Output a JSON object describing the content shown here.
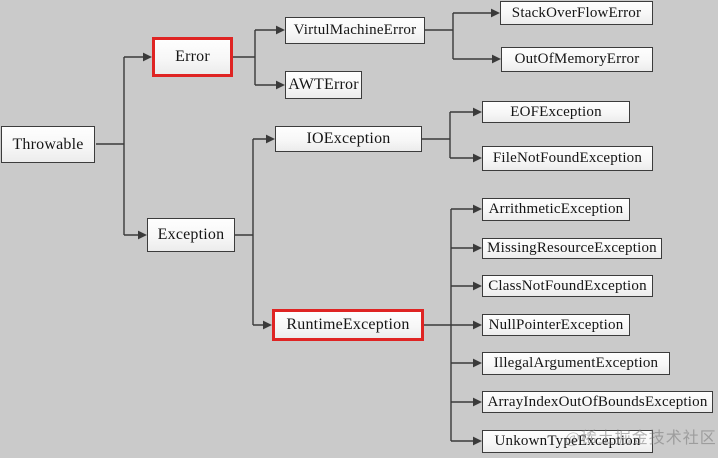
{
  "diagram": {
    "description": "Java Throwable class hierarchy diagram",
    "colors": {
      "background": "#cacaca",
      "box_fill": "#f7f7f7",
      "box_border": "#3c3c3c",
      "highlight_border": "#df2423",
      "line": "#3a3a3a",
      "text": "#151515"
    },
    "nodes": [
      {
        "id": "throwable",
        "label": "Throwable",
        "highlighted": false
      },
      {
        "id": "error",
        "label": "Error",
        "highlighted": true
      },
      {
        "id": "virtul-machine-error",
        "label": "VirtulMachineError",
        "highlighted": false
      },
      {
        "id": "awt-error",
        "label": "AWTError",
        "highlighted": false
      },
      {
        "id": "stack-overflow-error",
        "label": "StackOverFlowError",
        "highlighted": false
      },
      {
        "id": "out-of-memory-error",
        "label": "OutOfMemoryError",
        "highlighted": false
      },
      {
        "id": "io-exception",
        "label": "IOException",
        "highlighted": false
      },
      {
        "id": "eof-exception",
        "label": "EOFException",
        "highlighted": false
      },
      {
        "id": "file-not-found-exception",
        "label": "FileNotFoundException",
        "highlighted": false
      },
      {
        "id": "exception",
        "label": "Exception",
        "highlighted": false
      },
      {
        "id": "runtime-exception",
        "label": "RuntimeException",
        "highlighted": true
      },
      {
        "id": "arrithmetic-exception",
        "label": "ArrithmeticException",
        "highlighted": false
      },
      {
        "id": "missing-resource-exception",
        "label": "MissingResourceException",
        "highlighted": false
      },
      {
        "id": "class-not-found-exception",
        "label": "ClassNotFoundException",
        "highlighted": false
      },
      {
        "id": "null-pointer-exception",
        "label": "NullPointerException",
        "highlighted": false
      },
      {
        "id": "illegal-argument-exception",
        "label": "IllegalArgumentException",
        "highlighted": false
      },
      {
        "id": "array-index-out-of-bounds-exception",
        "label": "ArrayIndexOutOfBoundsException",
        "highlighted": false
      },
      {
        "id": "unkown-type-exception",
        "label": "UnkownTypeException",
        "highlighted": false
      }
    ],
    "edges": [
      [
        "throwable",
        "error"
      ],
      [
        "throwable",
        "exception"
      ],
      [
        "error",
        "virtul-machine-error"
      ],
      [
        "error",
        "awt-error"
      ],
      [
        "virtul-machine-error",
        "stack-overflow-error"
      ],
      [
        "virtul-machine-error",
        "out-of-memory-error"
      ],
      [
        "exception",
        "io-exception"
      ],
      [
        "exception",
        "runtime-exception"
      ],
      [
        "io-exception",
        "eof-exception"
      ],
      [
        "io-exception",
        "file-not-found-exception"
      ],
      [
        "runtime-exception",
        "arrithmetic-exception"
      ],
      [
        "runtime-exception",
        "missing-resource-exception"
      ],
      [
        "runtime-exception",
        "class-not-found-exception"
      ],
      [
        "runtime-exception",
        "null-pointer-exception"
      ],
      [
        "runtime-exception",
        "illegal-argument-exception"
      ],
      [
        "runtime-exception",
        "array-index-out-of-bounds-exception"
      ],
      [
        "runtime-exception",
        "unkown-type-exception"
      ]
    ]
  },
  "watermark": {
    "text": "@稀土掘金技术社区"
  }
}
